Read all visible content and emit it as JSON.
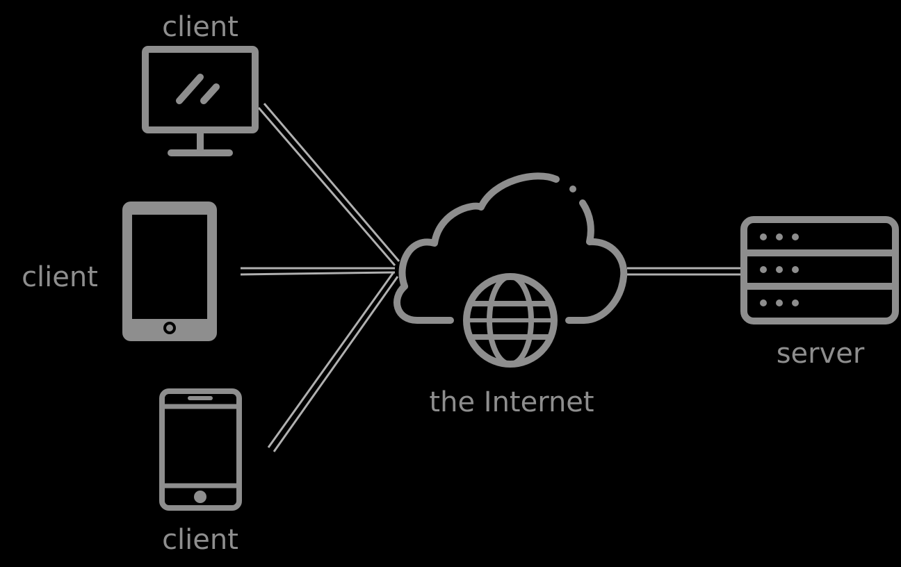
{
  "diagram": {
    "labels": {
      "client_top": "client",
      "client_middle": "client",
      "client_bottom": "client",
      "internet": "the Internet",
      "server": "server"
    },
    "icons": {
      "desktop": "desktop-monitor-icon",
      "tablet": "tablet-icon",
      "phone": "smartphone-icon",
      "cloud": "cloud-icon",
      "globe": "globe-icon",
      "server": "server-rack-icon"
    },
    "colors": {
      "background": "#000000",
      "foreground": "#8e8e8e",
      "connector": "#b0b0b0"
    }
  }
}
